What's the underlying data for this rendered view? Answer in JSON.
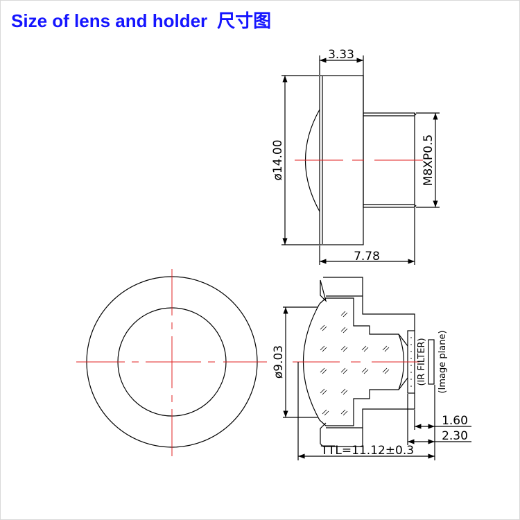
{
  "title": {
    "en": "Size of lens and holder",
    "cn": "尺寸图"
  },
  "dimensions": {
    "flange_width": "3.33",
    "holder_diameter": "ø14.00",
    "thread": "M8XP0.5",
    "total_length": "7.78",
    "lens_diameter": "ø9.03",
    "filter_label": "(IR FILTER)",
    "image_plane_label": "(Image plane)",
    "back_focal_1": "1.60",
    "back_focal_2": "2.30",
    "ttl": "TTL=11.12±0.3"
  },
  "colors": {
    "title": "#1515ff",
    "centerline": "#e02020",
    "line": "#000000"
  }
}
